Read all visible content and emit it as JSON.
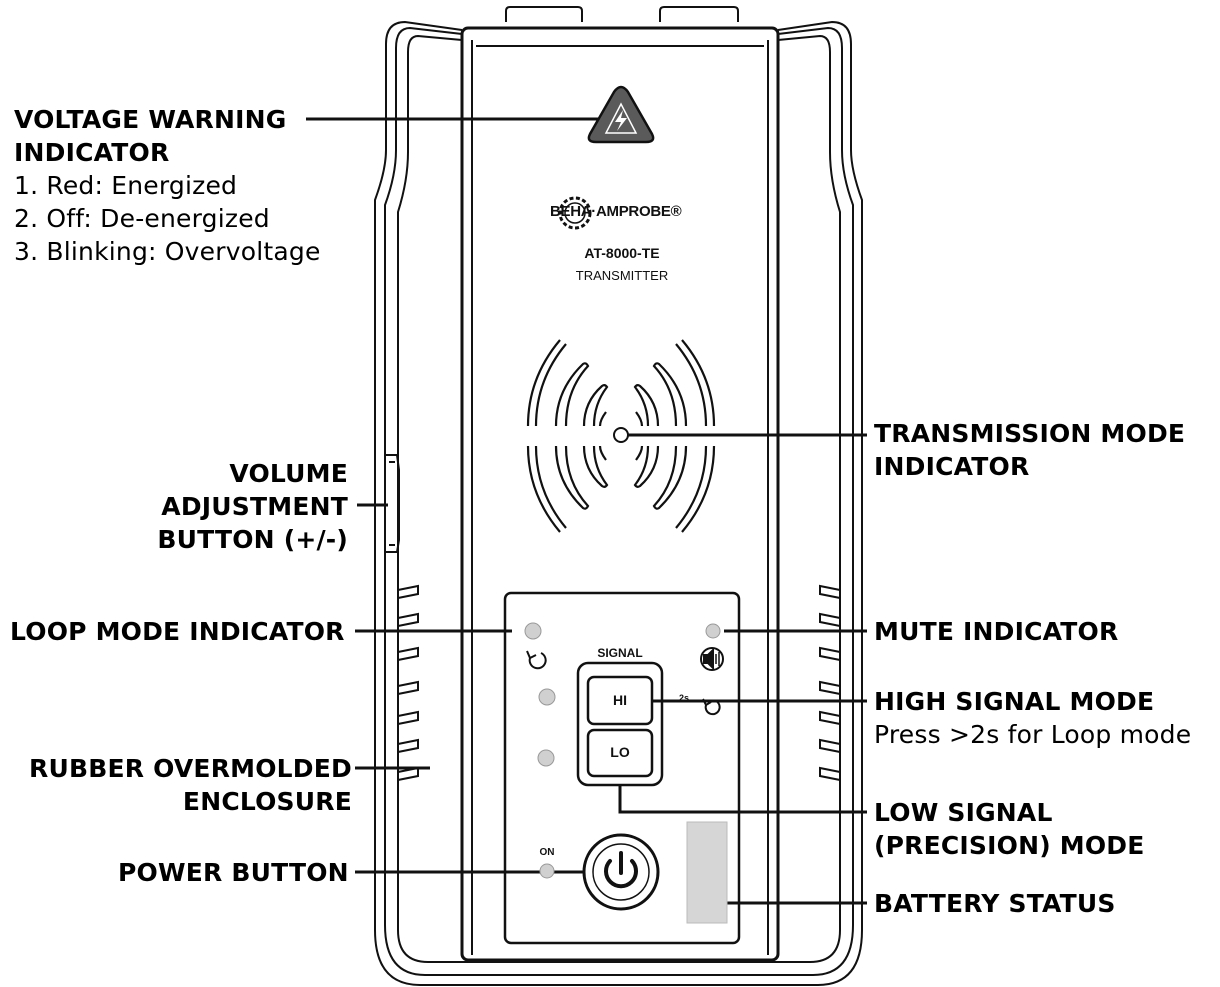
{
  "device": {
    "brand": "BEHA·AMPROBE®",
    "model": "AT-8000-TE",
    "type": "TRANSMITTER",
    "signal_label": "SIGNAL",
    "hi_label": "HI",
    "lo_label": "LO",
    "on_label": "ON",
    "loop_hint": "2s"
  },
  "callouts": {
    "voltage_warning": {
      "title_1": "VOLTAGE WARNING",
      "title_2": "INDICATOR",
      "items": [
        "1. Red: Energized",
        "2. Off: De-energized",
        "3. Blinking: Overvoltage"
      ]
    },
    "volume": {
      "line_1": "VOLUME",
      "line_2": "ADJUSTMENT",
      "line_3": "BUTTON (+/-)"
    },
    "loop_mode": {
      "title": "LOOP MODE INDICATOR"
    },
    "rubber": {
      "line_1": "RUBBER OVERMOLDED",
      "line_2": "ENCLOSURE"
    },
    "power": {
      "title": "POWER BUTTON"
    },
    "transmission": {
      "line_1": "TRANSMISSION MODE",
      "line_2": "INDICATOR"
    },
    "mute": {
      "title": "MUTE INDICATOR"
    },
    "high_signal": {
      "title": "HIGH SIGNAL MODE",
      "note": "Press >2s for Loop mode"
    },
    "low_signal": {
      "line_1": "LOW SIGNAL",
      "line_2": "(PRECISION) MODE"
    },
    "battery": {
      "title": "BATTERY STATUS"
    }
  },
  "colors": {
    "outline": "#111111",
    "warning_triangle": "#5a5a5a",
    "led_gray": "#d0d0d0",
    "battery_gray": "#d6d6d6"
  }
}
